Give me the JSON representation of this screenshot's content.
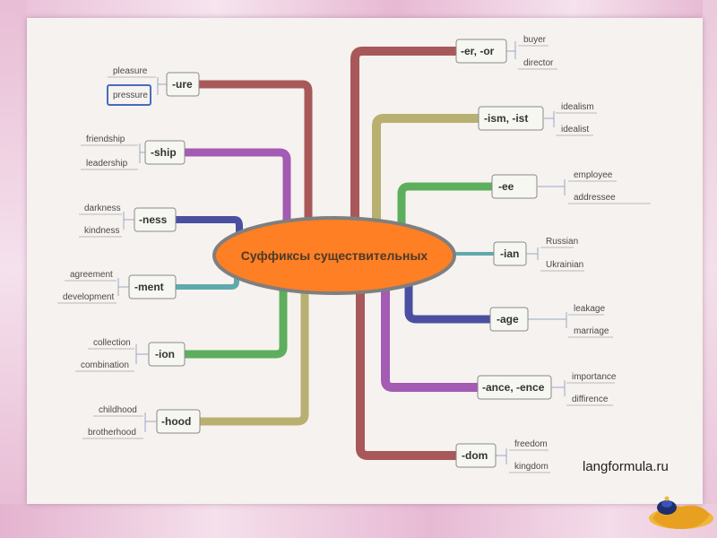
{
  "center": {
    "label": "Суффиксы существительных"
  },
  "colors": {
    "brown": "#a85858",
    "olive": "#b8b070",
    "green": "#5dae5d",
    "teal": "#5fa9ad",
    "navy": "#4b4fa0",
    "purple": "#a35bb3",
    "center_fill": "#ff7f24",
    "center_stroke": "#7f7f7f"
  },
  "left": [
    {
      "suffix": "-ure",
      "words": [
        "pleasure",
        "pressure"
      ]
    },
    {
      "suffix": "-ship",
      "words": [
        "friendship",
        "leadership"
      ]
    },
    {
      "suffix": "-ness",
      "words": [
        "darkness",
        "kindness"
      ]
    },
    {
      "suffix": "-ment",
      "words": [
        "agreement",
        "development"
      ]
    },
    {
      "suffix": "-ion",
      "words": [
        "collection",
        "combination"
      ]
    },
    {
      "suffix": "-hood",
      "words": [
        "childhood",
        "brotherhood"
      ]
    }
  ],
  "right": [
    {
      "suffix": "-er, -or",
      "words": [
        "buyer",
        "director"
      ]
    },
    {
      "suffix": "-ism, -ist",
      "words": [
        "idealism",
        "idealist"
      ]
    },
    {
      "suffix": "-ee",
      "words": [
        "employee",
        "addressee"
      ]
    },
    {
      "suffix": "-ian",
      "words": [
        "Russian",
        "Ukrainian"
      ]
    },
    {
      "suffix": "-age",
      "words": [
        "leakage",
        "marriage"
      ]
    },
    {
      "suffix": "-ance, -ence",
      "words": [
        "importance",
        "diffirence"
      ]
    },
    {
      "suffix": "-dom",
      "words": [
        "freedom",
        "kingdom"
      ]
    }
  ],
  "watermark": "langformula.ru",
  "decoration": {
    "icon": "genie-lamp-icon"
  }
}
